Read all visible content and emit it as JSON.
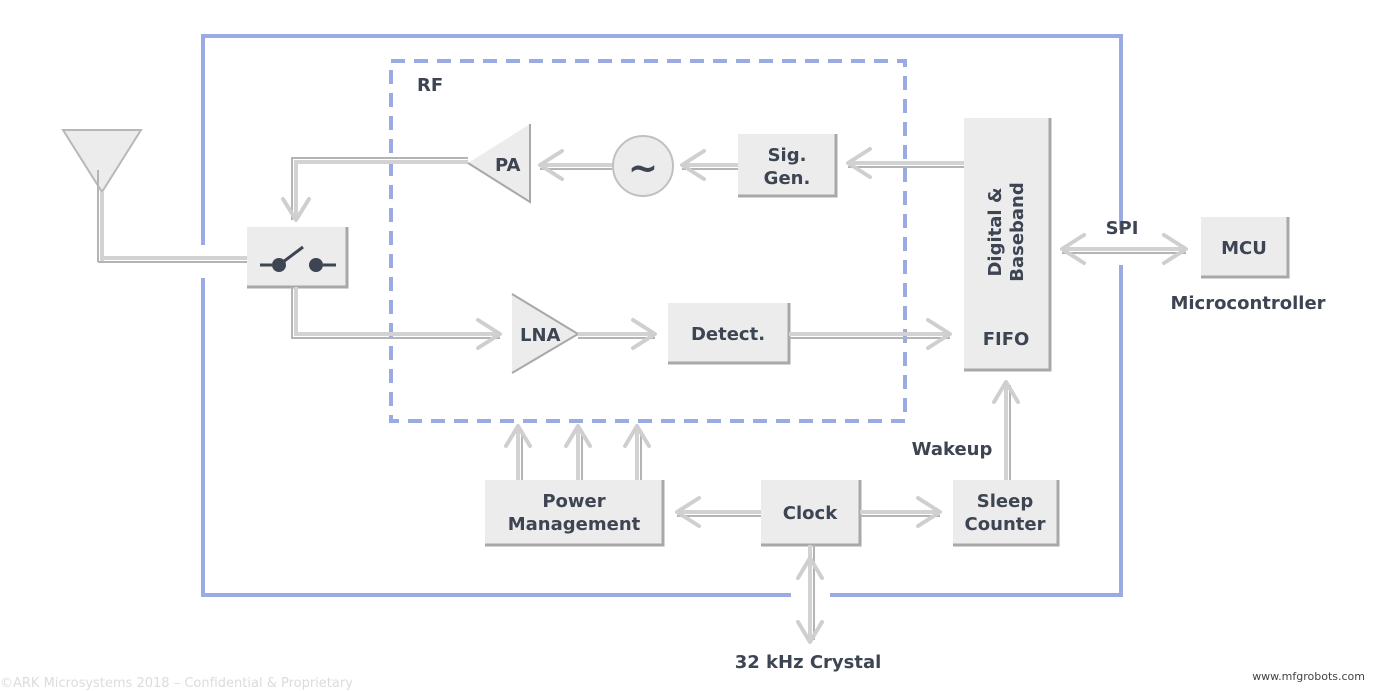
{
  "labels": {
    "rf": "RF",
    "pa": "PA",
    "oscillator_symbol": "~",
    "sig_gen": [
      "Sig.",
      "Gen."
    ],
    "digital_baseband": [
      "Digital &",
      "Baseband"
    ],
    "fifo": "FIFO",
    "spi": "SPI",
    "mcu": "MCU",
    "microcontroller": "Microcontroller",
    "lna": "LNA",
    "detect": "Detect.",
    "power_management": [
      "Power",
      "Management"
    ],
    "clock": "Clock",
    "sleep_counter": [
      "Sleep",
      "Counter"
    ],
    "wakeup": "Wakeup",
    "crystal": "32 kHz Crystal"
  },
  "footer": {
    "faded_text": "©ARK Microsystems 2018 – Confidential & Proprietary",
    "watermark": "www.mfgrobots.com"
  },
  "colors": {
    "chip_border": "#9aabe3",
    "rf_border": "#9aabe3",
    "block_fill": "#ececec",
    "block_shadow": "#a8a8a8",
    "wire": "#d2d2d2",
    "text": "#3d4452"
  }
}
